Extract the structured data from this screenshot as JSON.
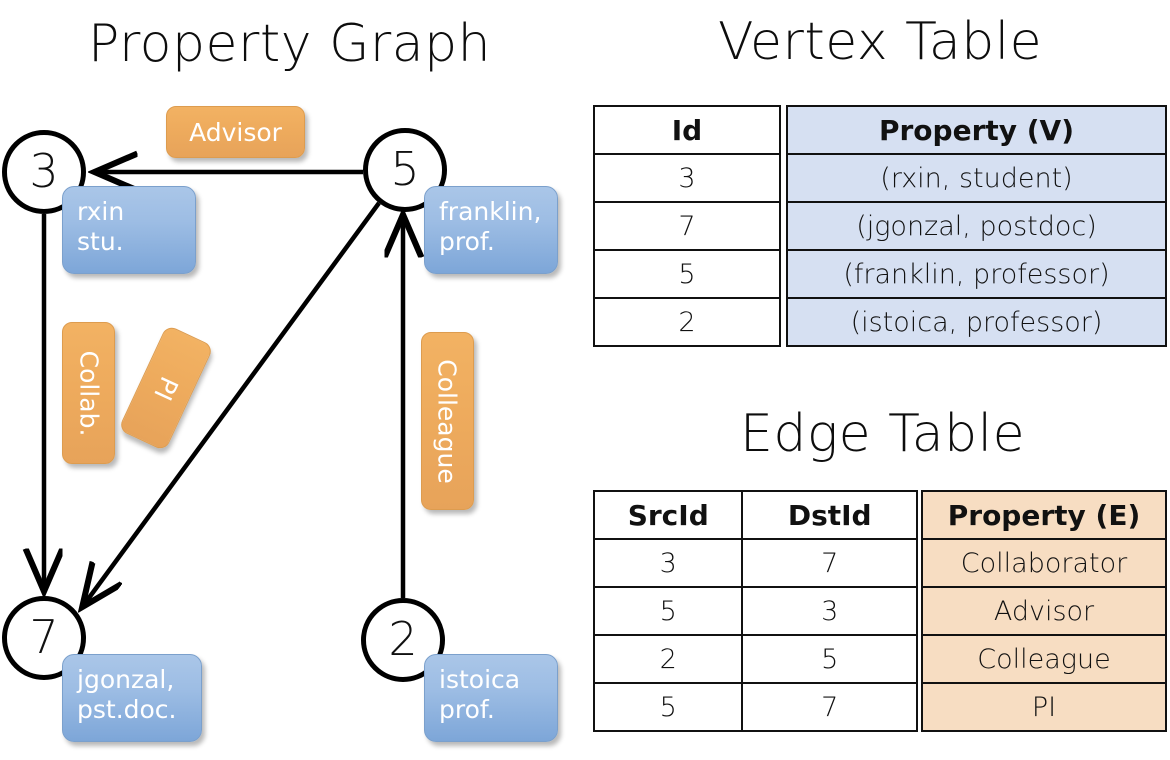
{
  "titles": {
    "graph": "Property Graph",
    "vertex_table": "Vertex Table",
    "edge_table": "Edge Table"
  },
  "graph": {
    "nodes": [
      {
        "id": "3",
        "label": "3",
        "property_line1": "rxin",
        "property_line2": "stu."
      },
      {
        "id": "5",
        "label": "5",
        "property_line1": "franklin,",
        "property_line2": "prof."
      },
      {
        "id": "7",
        "label": "7",
        "property_line1": "jgonzal,",
        "property_line2": "pst.doc."
      },
      {
        "id": "2",
        "label": "2",
        "property_line1": "istoica",
        "property_line2": "prof."
      }
    ],
    "edge_labels": [
      {
        "name": "advisor",
        "text": "Advisor"
      },
      {
        "name": "collab",
        "text": "Collab."
      },
      {
        "name": "pi",
        "text": "PI"
      },
      {
        "name": "colleague",
        "text": "Colleague"
      }
    ]
  },
  "vertex_table": {
    "headers": [
      "Id",
      "Property (V)"
    ],
    "rows": [
      {
        "id": "3",
        "property": "(rxin, student)"
      },
      {
        "id": "7",
        "property": "(jgonzal, postdoc)"
      },
      {
        "id": "5",
        "property": "(franklin, professor)"
      },
      {
        "id": "2",
        "property": "(istoica, professor)"
      }
    ]
  },
  "edge_table": {
    "headers": [
      "SrcId",
      "DstId",
      "Property (E)"
    ],
    "rows": [
      {
        "src": "3",
        "dst": "7",
        "property": "Collaborator"
      },
      {
        "src": "5",
        "dst": "3",
        "property": "Advisor"
      },
      {
        "src": "2",
        "dst": "5",
        "property": "Colleague"
      },
      {
        "src": "5",
        "dst": "7",
        "property": "PI"
      }
    ]
  },
  "colors": {
    "vertex_property_fill": "#d6e0f2",
    "edge_property_fill": "#f7ddc2",
    "vertex_box": "#9dbde4",
    "edge_box": "#eeab5d",
    "stroke": "#000000"
  }
}
